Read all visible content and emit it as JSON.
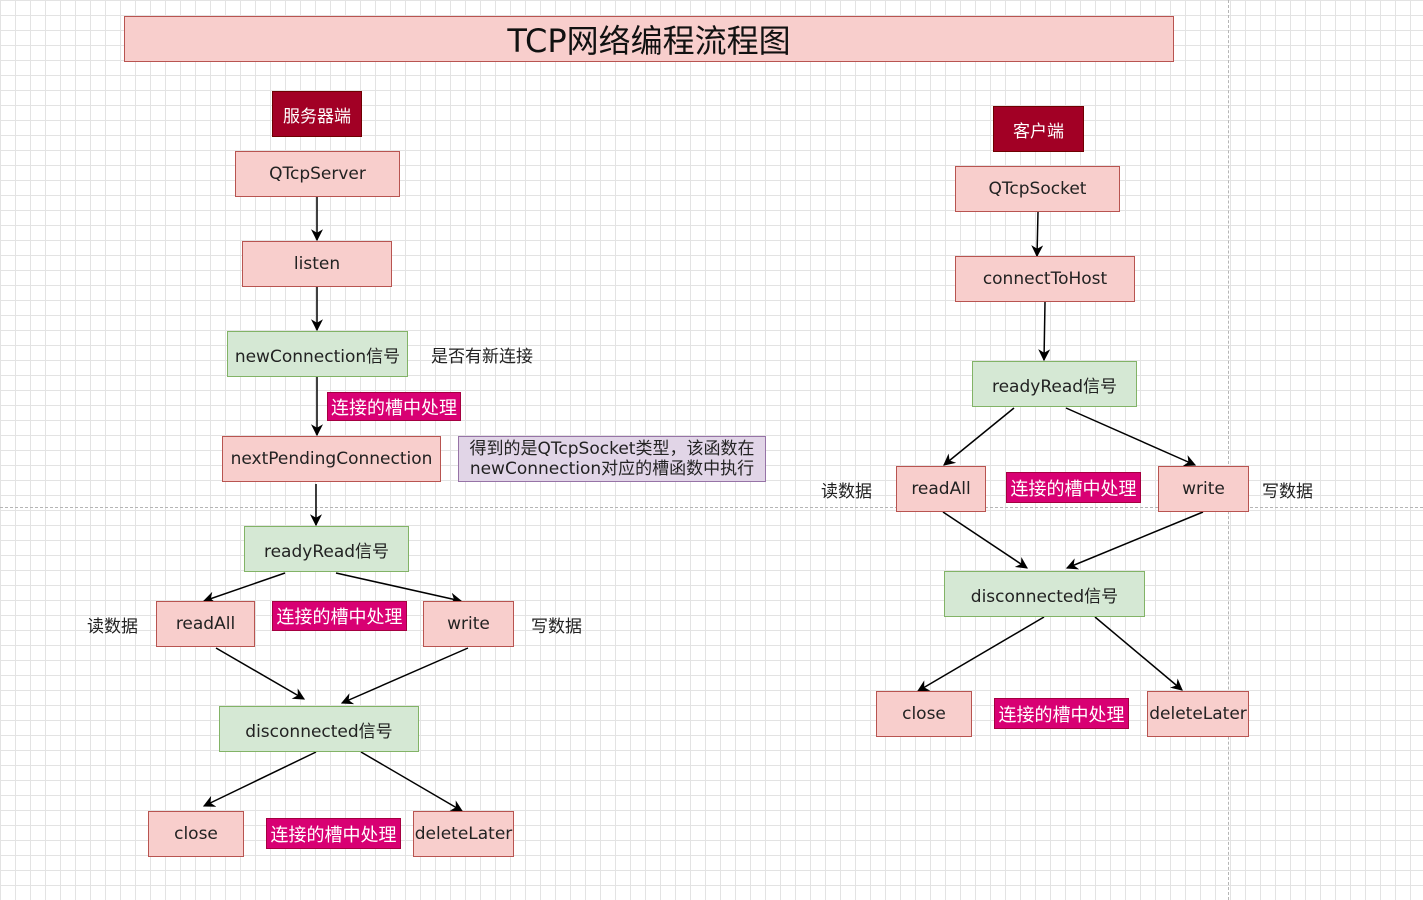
{
  "title": "TCP网络编程流程图",
  "server": {
    "role": "服务器端",
    "qtcpserver": "QTcpServer",
    "listen": "listen",
    "new_connection": "newConnection信号",
    "new_connection_note": "是否有新连接",
    "slot_label_1": "连接的槽中处理",
    "next_pending": "nextPendingConnection",
    "next_pending_note": "得到的是QTcpSocket类型，该函数在newConnection对应的槽函数中执行",
    "ready_read": "readyRead信号",
    "read_all": "readAll",
    "read_label": "读数据",
    "slot_label_2": "连接的槽中处理",
    "write": "write",
    "write_label": "写数据",
    "disconnected": "disconnected信号",
    "close": "close",
    "slot_label_3": "连接的槽中处理",
    "delete_later": "deleteLater"
  },
  "client": {
    "role": "客户端",
    "qtcpsocket": "QTcpSocket",
    "connect_to_host": "connectToHost",
    "ready_read": "readyRead信号",
    "read_all": "readAll",
    "read_label": "读数据",
    "slot_label_1": "连接的槽中处理",
    "write": "write",
    "write_label": "写数据",
    "disconnected": "disconnected信号",
    "close": "close",
    "slot_label_2": "连接的槽中处理",
    "delete_later": "deleteLater"
  },
  "colors": {
    "process_fill": "#f8cecc",
    "process_stroke": "#b85450",
    "signal_fill": "#d5e8d4",
    "signal_stroke": "#82b366",
    "role_fill": "#a20025",
    "note_fill": "#e1d5e7",
    "slot_fill": "#d80073"
  }
}
